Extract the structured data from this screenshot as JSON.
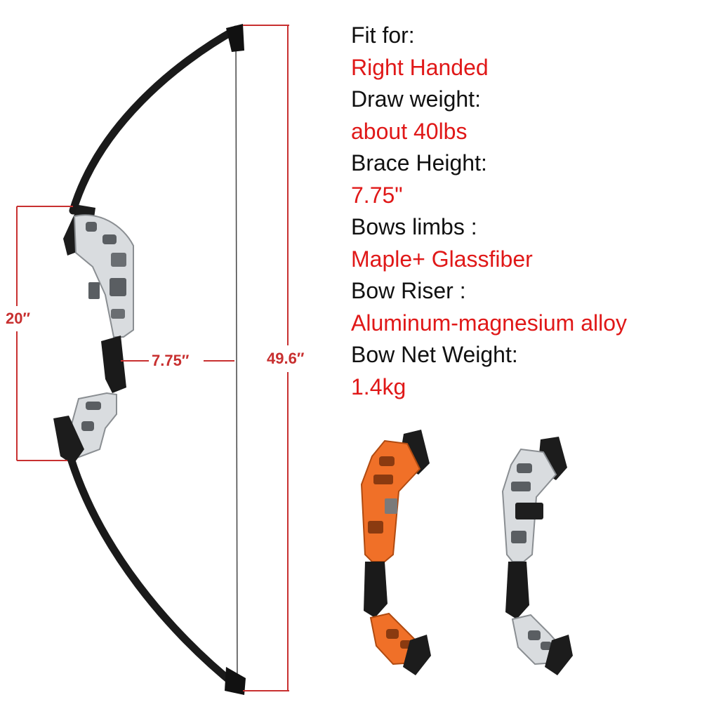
{
  "colors": {
    "label": "#111111",
    "value": "#e01818",
    "dimension": "#c83030",
    "riser_silver": "#d9dcdf",
    "riser_orange": "#f07028",
    "limb": "#1a1a1a"
  },
  "dimensions": {
    "riser_length": "20″",
    "brace_height": "7.75″",
    "bow_length": "49.6″"
  },
  "specs": [
    {
      "label": "Fit for:",
      "value": "Right Handed"
    },
    {
      "label": "Draw weight:",
      "value": "about 40lbs"
    },
    {
      "label": "Brace Height:",
      "value": "7.75\""
    },
    {
      "label": "Bows limbs :",
      "value": "Maple+ Glassfiber"
    },
    {
      "label": "Bow Riser :",
      "value": "Aluminum-magnesium alloy"
    },
    {
      "label": "Bow Net Weight:",
      "value": "1.4kg"
    }
  ],
  "variants": [
    {
      "icon": "orange-riser-icon",
      "color": "#f07028"
    },
    {
      "icon": "silver-riser-icon",
      "color": "#d9dcdf"
    }
  ]
}
